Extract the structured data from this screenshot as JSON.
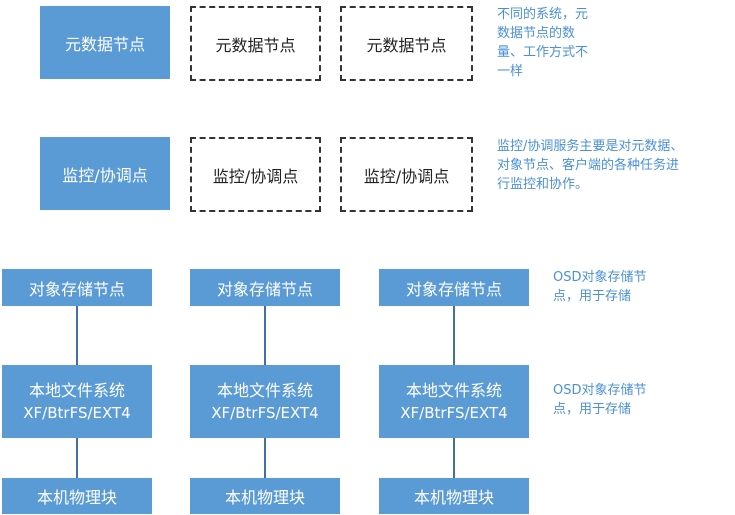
{
  "metadata_row": {
    "solid_label": "元数据节点",
    "dashed_labels": [
      "元数据节点",
      "元数据节点"
    ],
    "note_lines": [
      "不同的系统，元",
      "数据节点的数",
      "量、工作方式不",
      "一样"
    ]
  },
  "monitor_row": {
    "solid_label": "监控/协调点",
    "dashed_labels": [
      "监控/协调点",
      "监控/协调点"
    ],
    "note_lines": [
      "监控/协调服务主要是对元数据、",
      "对象节点、客户端的各种任务进",
      "行监控和协作。"
    ]
  },
  "stacks": [
    {
      "osd_label": "对象存储节点",
      "fs_label_line1": "本地文件系统",
      "fs_label_line2": "XF/BtrFS/EXT4",
      "block_label": "本机物理块"
    },
    {
      "osd_label": "对象存储节点",
      "fs_label_line1": "本地文件系统",
      "fs_label_line2": "XF/BtrFS/EXT4",
      "block_label": "本机物理块"
    },
    {
      "osd_label": "对象存储节点",
      "fs_label_line1": "本地文件系统",
      "fs_label_line2": "XF/BtrFS/EXT4",
      "block_label": "本机物理块"
    }
  ],
  "osd_notes": [
    [
      "OSD对象存储节",
      "点，用于存储"
    ],
    [
      "OSD对象存储节",
      "点，用于存储"
    ]
  ],
  "colors": {
    "box_fill": "#5b9bd5",
    "note_text": "#4a90d9",
    "connector": "#41719c"
  }
}
